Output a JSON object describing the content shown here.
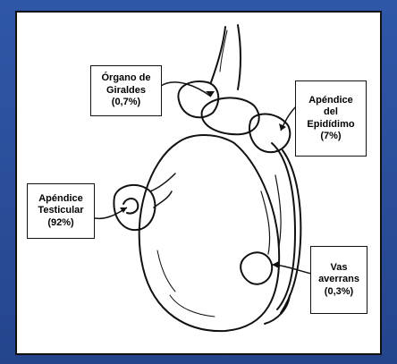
{
  "labels": {
    "organo": "Órgano de\nGiraldes\n(0,7%)",
    "apendice_epididimo": "Apéndice\ndel\nEpidídimo\n(7%)",
    "apendice_testicular": "Apéndice\nTesticular\n(92%)",
    "vas_averrans": "Vas\naverrans\n(0,3%)"
  },
  "colors": {
    "background": "#2a4f9c",
    "panel": "#ffffff",
    "ink": "#111111"
  }
}
